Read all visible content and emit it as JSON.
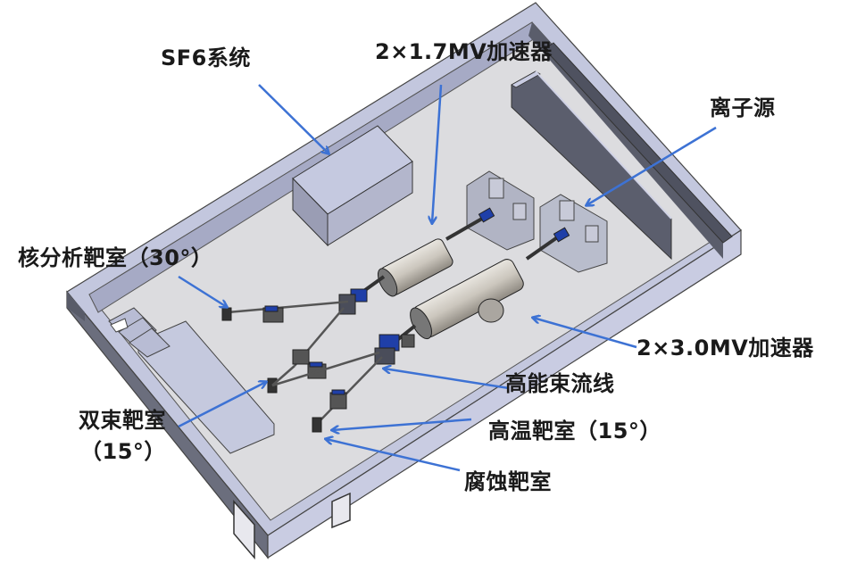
{
  "diagram": {
    "type": "isometric-facility-layout",
    "colors": {
      "floor": "#dcdcdf",
      "wall_top": "#b9bdd8",
      "wall_side_light": "#c8cbe2",
      "wall_side_dark": "#5f6272",
      "arrow": "#3d72d4",
      "accelerator": "#cbc7c0",
      "magnet": "#1f3fa8",
      "text": "#1a1a1a"
    },
    "labels": [
      {
        "id": "sf6",
        "text": "SF6系统"
      },
      {
        "id": "acc17",
        "text": "2×1.7MV加速器"
      },
      {
        "id": "ion",
        "text": "离子源"
      },
      {
        "id": "nuclear",
        "text": "核分析靶室（30°）"
      },
      {
        "id": "acc30",
        "text": "2×3.0MV加速器"
      },
      {
        "id": "hebeam",
        "text": "高能束流线"
      },
      {
        "id": "dual_l1",
        "text": "双束靶室"
      },
      {
        "id": "dual_l2",
        "text": "（15°）"
      },
      {
        "id": "hightemp",
        "text": "高温靶室（15°）"
      },
      {
        "id": "corrosion",
        "text": "腐蚀靶室"
      }
    ]
  }
}
